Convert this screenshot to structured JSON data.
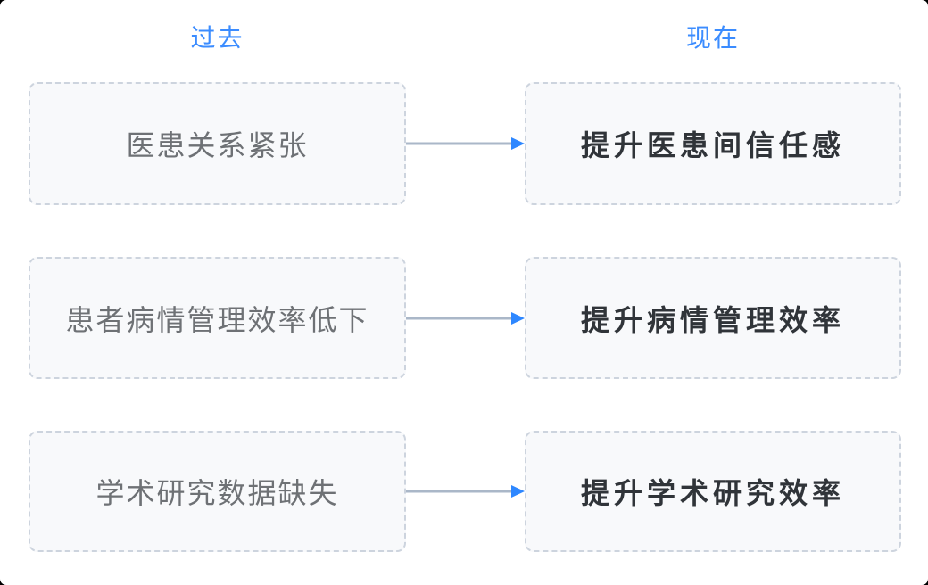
{
  "columns": [
    {
      "header": "过去"
    },
    {
      "header": "现在"
    }
  ],
  "rows": [
    {
      "past": "医患关系紧张",
      "present": "提升医患间信任感"
    },
    {
      "past": "患者病情管理效率低下",
      "present": "提升病情管理效率"
    },
    {
      "past": "学术研究数据缺失",
      "present": "提升学术研究效率"
    }
  ],
  "icons": {
    "arrow": "arrow-right-icon"
  },
  "colors": {
    "accent_blue": "#3B8CFF",
    "arrow_line": "#AAB7C8",
    "arrow_head": "#2E87FF",
    "box_background": "#F8F9FB",
    "box_border": "#CDD4DE",
    "past_text": "#6E7175",
    "present_text": "#303439"
  }
}
